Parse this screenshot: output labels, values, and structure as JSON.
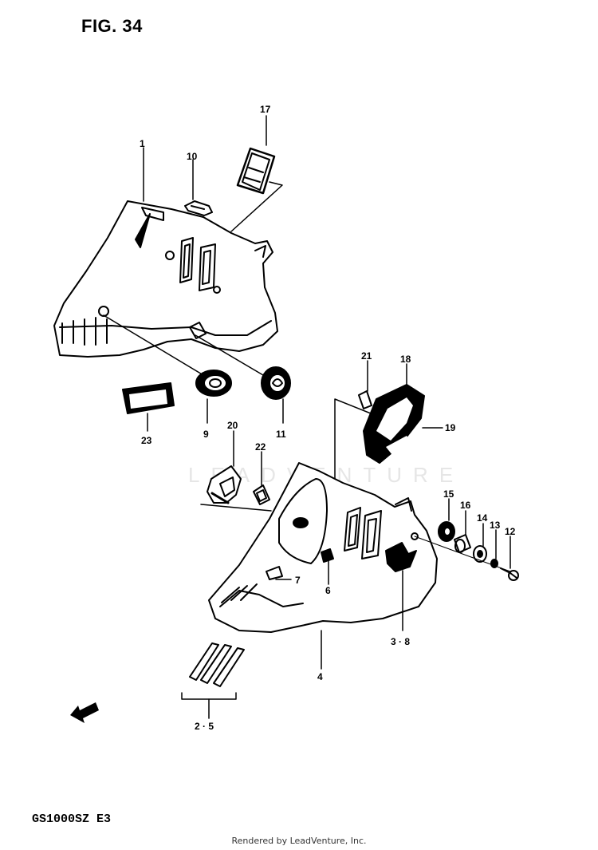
{
  "figure": {
    "title": "FIG. 34",
    "model_code": "GS1000SZ  E3",
    "credit": "Rendered by LeadVenture, Inc.",
    "watermark": "LEADVENTURE"
  },
  "callouts": [
    {
      "id": "c1",
      "label": "1"
    },
    {
      "id": "c10",
      "label": "10"
    },
    {
      "id": "c17",
      "label": "17"
    },
    {
      "id": "c9",
      "label": "9"
    },
    {
      "id": "c11",
      "label": "11"
    },
    {
      "id": "c23",
      "label": "23"
    },
    {
      "id": "c20",
      "label": "20"
    },
    {
      "id": "c22",
      "label": "22"
    },
    {
      "id": "c21",
      "label": "21"
    },
    {
      "id": "c18",
      "label": "18"
    },
    {
      "id": "c19",
      "label": "19"
    },
    {
      "id": "c15",
      "label": "15"
    },
    {
      "id": "c16",
      "label": "16"
    },
    {
      "id": "c14",
      "label": "14"
    },
    {
      "id": "c13",
      "label": "13"
    },
    {
      "id": "c12",
      "label": "12"
    },
    {
      "id": "c7",
      "label": "7"
    },
    {
      "id": "c6",
      "label": "6"
    },
    {
      "id": "c38",
      "label": "3 · 8"
    },
    {
      "id": "c4",
      "label": "4"
    },
    {
      "id": "c25",
      "label": "2 · 5"
    }
  ],
  "icons": {
    "front_arrow": "direction-arrow-icon"
  }
}
